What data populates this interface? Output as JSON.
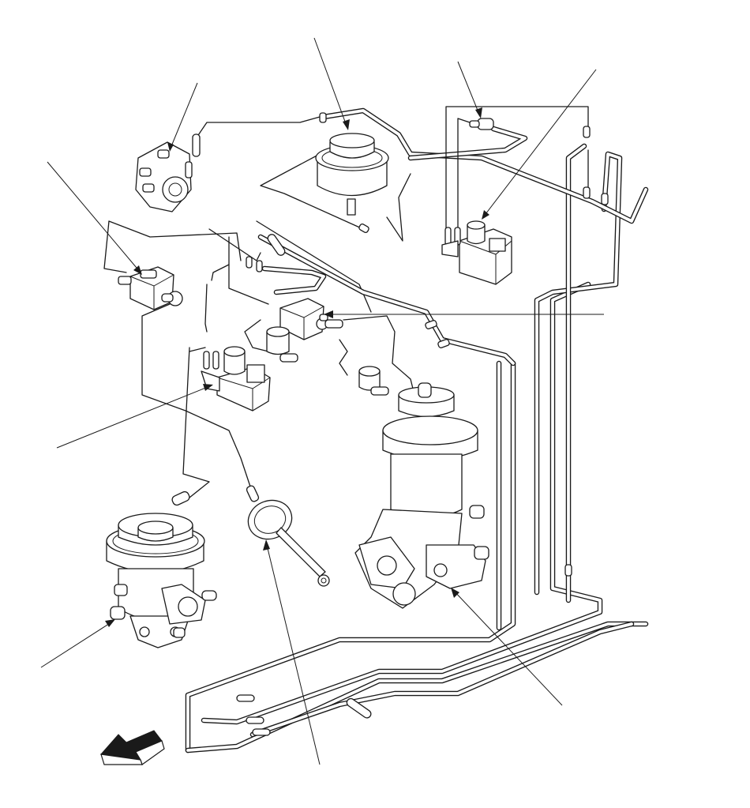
{
  "figure": {
    "kind": "exploded parts diagram, vacuum hose routing",
    "line_color": "#1a1a1a",
    "background_color": "#ffffff",
    "text_labels": []
  },
  "components": [
    {
      "key": "vacuum-switching-valve-left",
      "icon": "solenoid-valve-icon"
    },
    {
      "key": "solenoid-valve-center",
      "icon": "solenoid-valve-icon"
    },
    {
      "key": "solenoid-valve-lower-left",
      "icon": "solenoid-valve-icon"
    },
    {
      "key": "solenoid-valve-upper-right",
      "icon": "solenoid-valve-icon"
    },
    {
      "key": "vacuum-modulator",
      "icon": "canister-icon"
    },
    {
      "key": "vsv-upper-left",
      "icon": "vsv-icon"
    },
    {
      "key": "check-valve",
      "icon": "check-valve-icon"
    },
    {
      "key": "egr-valve-left",
      "icon": "egr-valve-icon"
    },
    {
      "key": "egr-valve-right",
      "icon": "egr-valve-icon"
    },
    {
      "key": "actuator-diaphragm",
      "icon": "actuator-icon"
    },
    {
      "key": "vacuum-hose-network",
      "icon": "hose-icon"
    },
    {
      "key": "front-direction-arrow",
      "icon": "arrow-icon"
    }
  ],
  "leaders": [
    {
      "key": "leader-vsv-upper-left"
    },
    {
      "key": "leader-vacuum-modulator"
    },
    {
      "key": "leader-check-valve"
    },
    {
      "key": "leader-solenoid-upper-right"
    },
    {
      "key": "leader-vsv-left"
    },
    {
      "key": "leader-center-solenoid"
    },
    {
      "key": "leader-lower-left-solenoid"
    },
    {
      "key": "leader-egr-left"
    },
    {
      "key": "leader-actuator"
    },
    {
      "key": "leader-egr-right"
    }
  ]
}
